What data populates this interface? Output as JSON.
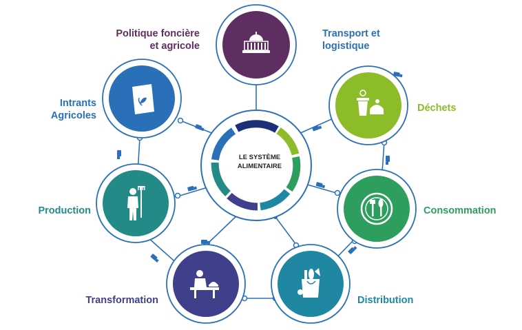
{
  "center": {
    "line1": "LE SYSTÈME",
    "line2": "ALIMENTAIRE"
  },
  "nodes": {
    "politique": {
      "label_line1": "Politique foncière",
      "label_line2": "et agricole",
      "color": "#5e2e63",
      "icon": "government-building-icon"
    },
    "transport": {
      "label_line1": "Transport et",
      "label_line2": "logistique",
      "color": "#2a70b8",
      "icon": "truck-icon"
    },
    "intrants": {
      "label_line1": "Intrants",
      "label_line2": "Agricoles",
      "color": "#2a70b8",
      "icon": "seed-bag-icon"
    },
    "dechets": {
      "label": "Déchets",
      "color": "#8cbc2a",
      "icon": "waste-bin-icon"
    },
    "production": {
      "label": "Production",
      "color": "#238a87",
      "icon": "farmer-icon"
    },
    "consommation": {
      "label": "Consommation",
      "color": "#2e9e5e",
      "icon": "plate-utensils-icon"
    },
    "transformation": {
      "label": "Transformation",
      "color": "#3f3f8c",
      "icon": "cook-icon"
    },
    "distribution": {
      "label": "Distribution",
      "color": "#2087a3",
      "icon": "grocery-bag-icon"
    }
  },
  "colors": {
    "ring": "#2a70b8",
    "truck": "#2a70b8"
  }
}
